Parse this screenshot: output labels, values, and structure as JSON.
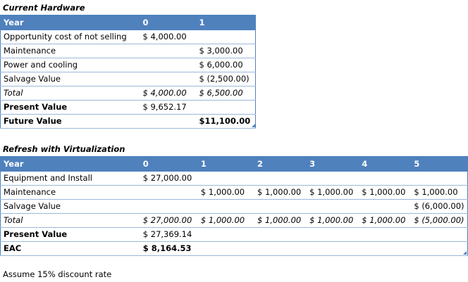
{
  "current": {
    "title": "Current Hardware",
    "header": [
      "Year",
      "0",
      "1"
    ],
    "rows": [
      {
        "label": "Opportunity cost of not selling",
        "c0": "$  4,000.00",
        "c1": ""
      },
      {
        "label": "Maintenance",
        "c0": "",
        "c1": "$  3,000.00"
      },
      {
        "label": "Power and cooling",
        "c0": "",
        "c1": "$  6,000.00"
      },
      {
        "label": "Salvage Value",
        "c0": "",
        "c1": "$ (2,500.00)"
      },
      {
        "label": "Total",
        "c0": "$  4,000.00",
        "c1": "$  6,500.00"
      },
      {
        "label": "Present Value",
        "c0": "$  9,652.17",
        "c1": ""
      },
      {
        "label": "Future Value",
        "c0": "",
        "c1": "$11,100.00"
      }
    ]
  },
  "virtualization": {
    "title": "Refresh with Virtualization",
    "header": [
      "Year",
      "0",
      "1",
      "2",
      "3",
      "4",
      "5"
    ],
    "rows": [
      {
        "label": "Equipment and Install",
        "cells": [
          "$ 27,000.00",
          "",
          "",
          "",
          "",
          ""
        ]
      },
      {
        "label": "Maintenance",
        "cells": [
          "",
          "$  1,000.00",
          "$ 1,000.00",
          "$ 1,000.00",
          "$ 1,000.00",
          "$  1,000.00"
        ]
      },
      {
        "label": "Salvage Value",
        "cells": [
          "",
          "",
          "",
          "",
          "",
          "$ (6,000.00)"
        ]
      },
      {
        "label": "Total",
        "cells": [
          "$ 27,000.00",
          "$  1,000.00",
          "$ 1,000.00",
          "$ 1,000.00",
          "$ 1,000.00",
          "$ (5,000.00)"
        ]
      },
      {
        "label": "Present Value",
        "cells": [
          "$ 27,369.14",
          "",
          "",
          "",
          "",
          ""
        ]
      },
      {
        "label": "EAC",
        "cells": [
          "$  8,164.53",
          "",
          "",
          "",
          "",
          ""
        ]
      }
    ]
  },
  "note": "Assume 15% discount rate",
  "colors": {
    "header_bg": "#4f81bd",
    "header_text": "#ffffff",
    "row_rule": "#9bb8d9"
  }
}
